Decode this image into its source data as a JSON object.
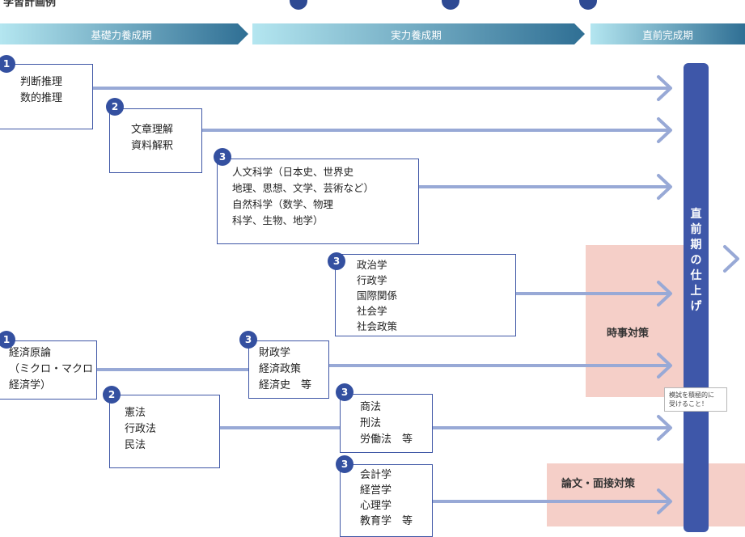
{
  "header": {
    "title": "学習計画例"
  },
  "phases": [
    {
      "label": "基礎力養成期"
    },
    {
      "label": "実力養成期"
    },
    {
      "label": "直前完成期"
    }
  ],
  "boxes": [
    {
      "badge": "1",
      "lines": [
        "判断推理",
        "数的推理"
      ]
    },
    {
      "badge": "2",
      "lines": [
        "文章理解",
        "資料解釈"
      ]
    },
    {
      "badge": "3",
      "lines": [
        "人文科学（日本史、世界史",
        "地理、思想、文学、芸術など）",
        "自然科学（数学、物理",
        "科学、生物、地学）"
      ]
    },
    {
      "badge": "3",
      "lines": [
        "政治学",
        "行政学",
        "国際関係",
        "社会学",
        "社会政策"
      ]
    },
    {
      "badge": "1",
      "lines": [
        "経済原論",
        "（ミクロ・マクロ",
        "経済学）"
      ]
    },
    {
      "badge": "3",
      "lines": [
        "財政学",
        "経済政策",
        "経済史　等"
      ]
    },
    {
      "badge": "2",
      "lines": [
        "憲法",
        "行政法",
        "民法"
      ]
    },
    {
      "badge": "3",
      "lines": [
        "商法",
        "刑法",
        "労働法　等"
      ]
    },
    {
      "badge": "3",
      "lines": [
        "会計学",
        "経営学",
        "心理学",
        "教育学　等"
      ]
    }
  ],
  "final_bar": {
    "chars": [
      "直",
      "前",
      "期",
      "の",
      "仕",
      "上",
      "げ"
    ]
  },
  "current_affairs": {
    "label": "時事対策"
  },
  "essay": {
    "label": "論文・面接対策"
  },
  "note": {
    "lines": [
      "模試を積極的に",
      "受けること！"
    ]
  },
  "colors": {
    "navy": "#3e57a9",
    "arrow": "#98a9d6",
    "salmon": "#f5cfc8",
    "phase_light": "#aee3ef",
    "phase_dark": "#3a7fa0"
  }
}
